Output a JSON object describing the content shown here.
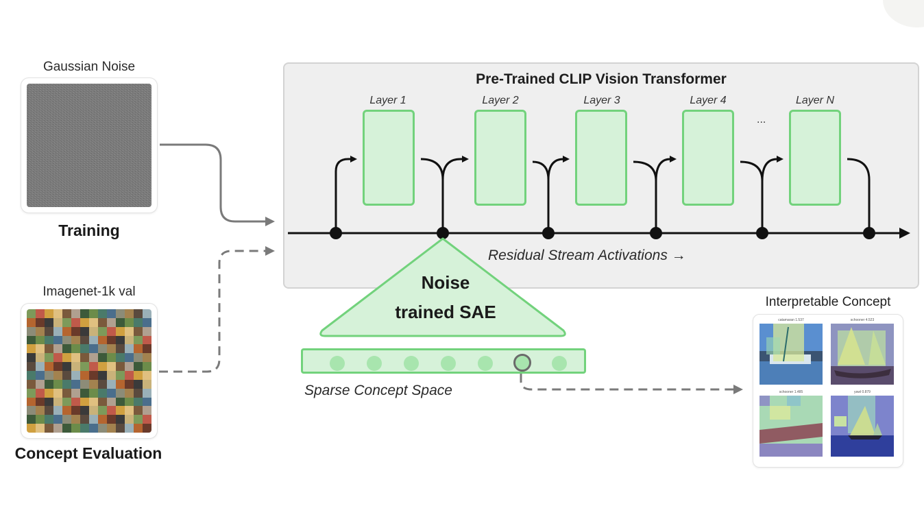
{
  "inputs": {
    "training": {
      "image_label": "Gaussian Noise",
      "image_icon": "gaussian-noise-image",
      "caption": "Training"
    },
    "evaluation": {
      "image_label": "Imagenet-1k val",
      "image_icon": "imagenet-mosaic-image",
      "caption": "Concept Evaluation"
    }
  },
  "model": {
    "title": "Pre-Trained CLIP Vision Transformer",
    "layers": [
      "Layer 1",
      "Layer 2",
      "Layer 3",
      "Layer 4",
      "Layer N"
    ],
    "ellipsis": "...",
    "stream_label": "Residual Stream Activations →"
  },
  "sae": {
    "line1": "Noise",
    "line2": "trained SAE",
    "concept_space_label": "Sparse Concept Space",
    "concept_units": 7,
    "selected_unit_index": 5
  },
  "output": {
    "title": "Interpretable Concept",
    "tiles": [
      {
        "caption": "catamaran 1.537",
        "subject": "sailboat"
      },
      {
        "caption": "schooner 4.523",
        "subject": "sailboat"
      },
      {
        "caption": "schooner 1.485",
        "subject": "sailboat"
      },
      {
        "caption": "yawl 0.879",
        "subject": "sailboat"
      }
    ]
  },
  "colors": {
    "layer_fill": "#d6f2d9",
    "layer_border": "#72d27c",
    "panel_fill": "#efefef",
    "arrow": "#111111",
    "connector": "#7a7a7a"
  }
}
